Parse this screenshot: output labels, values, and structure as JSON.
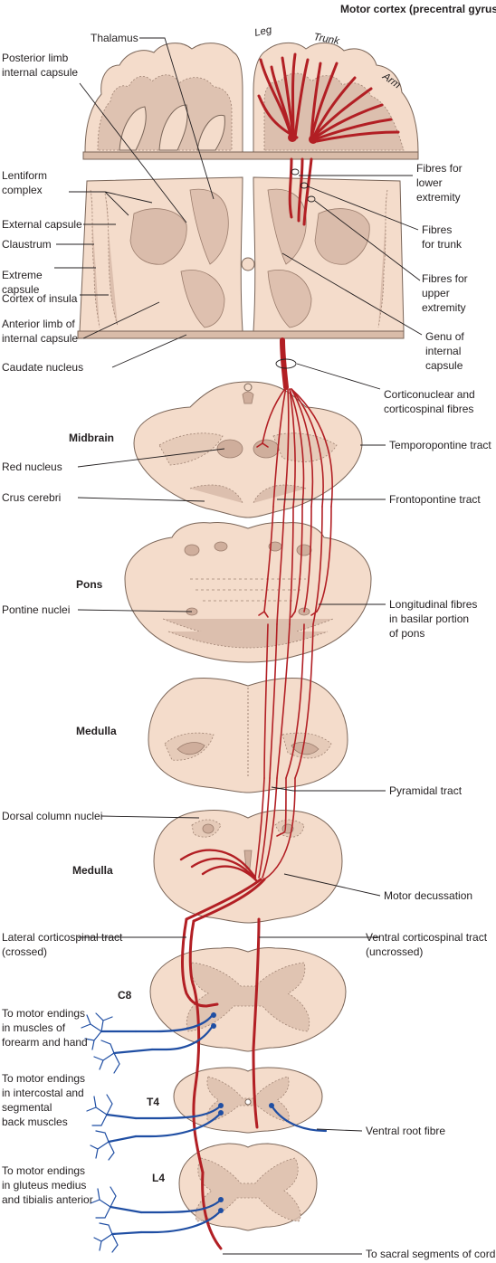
{
  "labels": {
    "motor_cortex": "Motor cortex (precentral gyrus)",
    "leg": "Leg",
    "trunk": "Trunk",
    "arm": "Arm",
    "thalamus": "Thalamus",
    "posterior_limb_1": "Posterior limb",
    "posterior_limb_2": "internal capsule",
    "lentiform_1": "Lentiform",
    "lentiform_2": "complex",
    "external_capsule": "External capsule",
    "claustrum": "Claustrum",
    "extreme_capsule_1": "Extreme",
    "extreme_capsule_2": "capsule",
    "cortex_insula": "Cortex of insula",
    "anterior_limb_1": "Anterior limb of",
    "anterior_limb_2": "internal capsule",
    "caudate": "Caudate nucleus",
    "fibres_lower_1": "Fibres for",
    "fibres_lower_2": "lower",
    "fibres_lower_3": "extremity",
    "fibres_trunk_1": "Fibres",
    "fibres_trunk_2": "for trunk",
    "fibres_upper_1": "Fibres for",
    "fibres_upper_2": "upper",
    "fibres_upper_3": "extremity",
    "genu_1": "Genu of",
    "genu_2": "internal",
    "genu_3": "capsule",
    "corticonuclear_1": "Corticonuclear and",
    "corticonuclear_2": "corticospinal fibres",
    "midbrain": "Midbrain",
    "temporopontine": "Temporopontine tract",
    "red_nucleus": "Red nucleus",
    "crus_cerebri": "Crus cerebri",
    "frontopontine": "Frontopontine tract",
    "pons": "Pons",
    "pontine_nuclei": "Pontine nuclei",
    "longitudinal_1": "Longitudinal fibres",
    "longitudinal_2": "in basilar portion",
    "longitudinal_3": "of pons",
    "medulla_1": "Medulla",
    "pyramidal": "Pyramidal tract",
    "dorsal_column": "Dorsal column nuclei",
    "medulla_2": "Medulla",
    "motor_decussation": "Motor decussation",
    "lateral_cst_1": "Lateral corticospinal tract",
    "lateral_cst_2": "(crossed)",
    "ventral_cst_1": "Ventral corticospinal tract",
    "ventral_cst_2": "(uncrossed)",
    "c8": "C8",
    "c8_target_1": "To motor endings",
    "c8_target_2": "in muscles of",
    "c8_target_3": "forearm and hand",
    "t4": "T4",
    "t4_target_1": "To motor endings",
    "t4_target_2": "in intercostal and",
    "t4_target_3": "segmental",
    "t4_target_4": "back muscles",
    "ventral_root": "Ventral root fibre",
    "l4": "L4",
    "l4_target_1": "To motor endings",
    "l4_target_2": "in gluteus medius",
    "l4_target_3": "and tibialis anterior",
    "sacral": "To sacral segments of cord"
  },
  "colors": {
    "tract": "#b21f24",
    "nerve": "#1f4ea3",
    "tissue": "#f4dccb",
    "grey_matter": "#dcbfae"
  }
}
